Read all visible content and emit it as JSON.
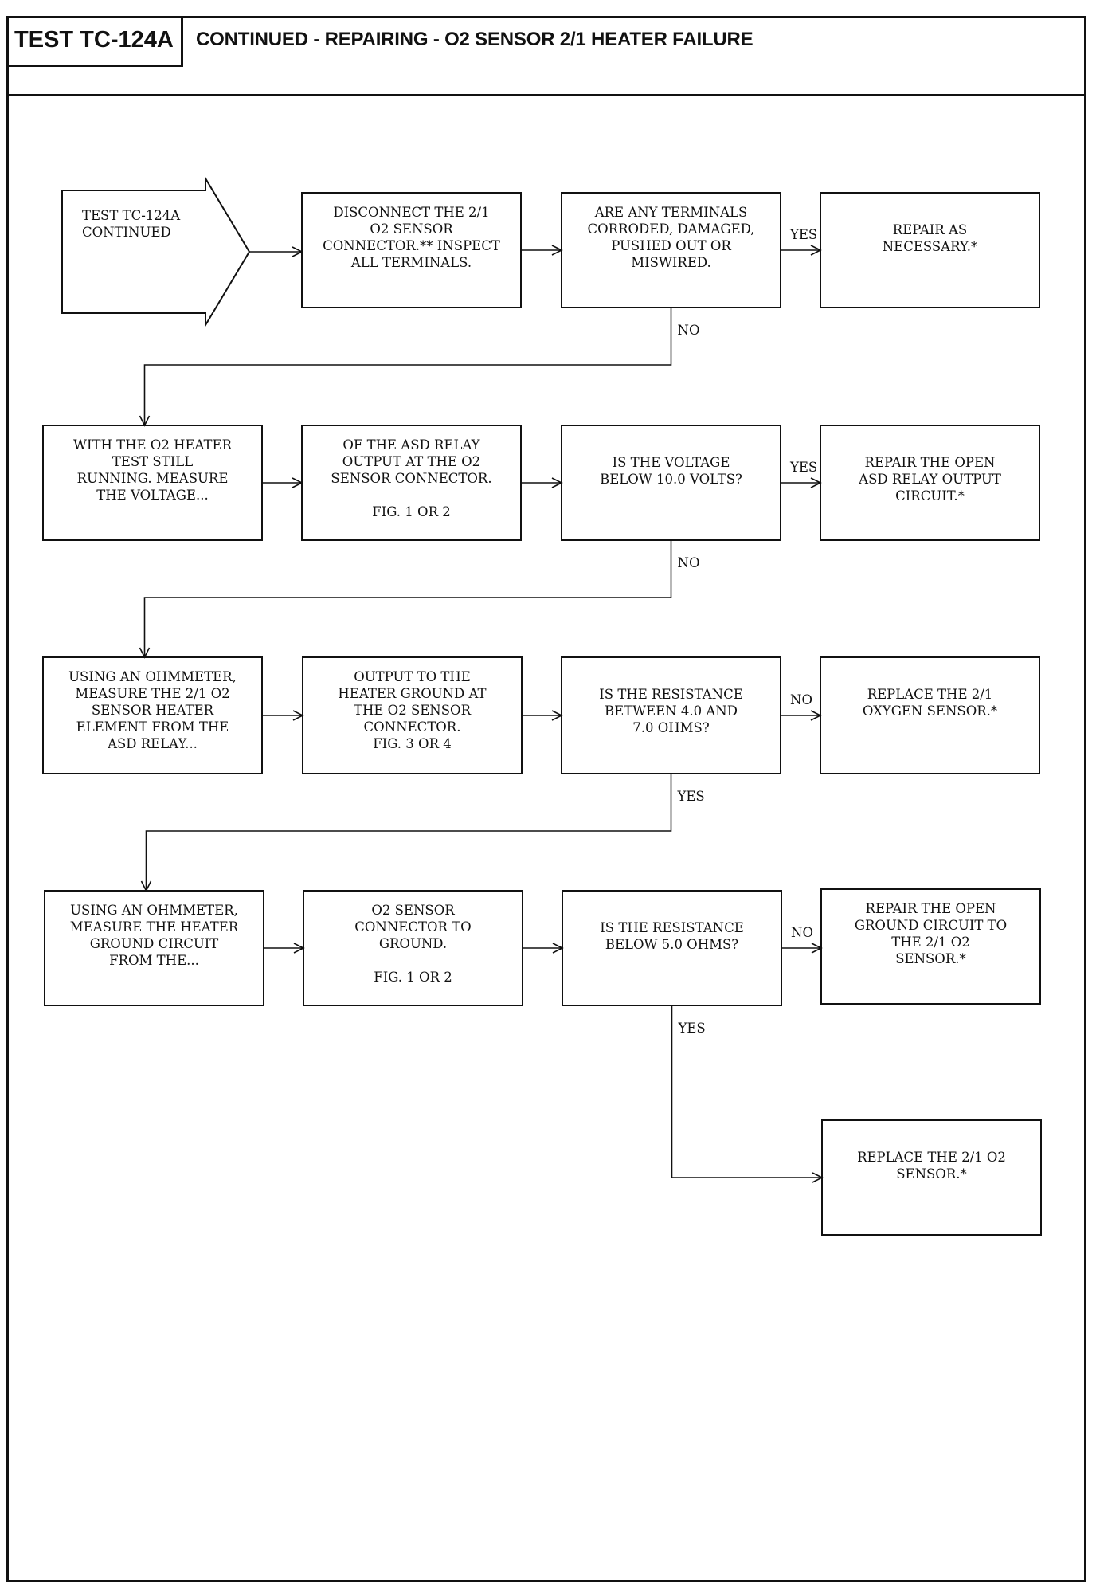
{
  "header": {
    "test_id": "TEST TC-124A",
    "title": "CONTINUED - REPAIRING - O2 SENSOR 2/1 HEATER FAILURE"
  },
  "nodes": [
    {
      "id": "start",
      "shape": "arrow",
      "lines": [
        "TEST TC-124A",
        "CONTINUED"
      ]
    },
    {
      "id": "n1",
      "lines": [
        "DISCONNECT THE 2/1",
        "O2 SENSOR",
        "CONNECTOR.** INSPECT",
        "ALL TERMINALS."
      ]
    },
    {
      "id": "q1",
      "lines": [
        "ARE ANY TERMINALS",
        "CORRODED, DAMAGED,",
        "PUSHED OUT OR",
        "MISWIRED."
      ]
    },
    {
      "id": "r1",
      "lines": [
        "REPAIR AS",
        "NECESSARY.*"
      ]
    },
    {
      "id": "n2",
      "lines": [
        "WITH THE O2 HEATER",
        "TEST STILL",
        "RUNNING. MEASURE",
        "THE VOLTAGE..."
      ]
    },
    {
      "id": "n3",
      "lines": [
        "OF THE ASD RELAY",
        "OUTPUT AT THE O2",
        "SENSOR CONNECTOR.",
        "",
        "FIG. 1 OR 2"
      ]
    },
    {
      "id": "q2",
      "lines": [
        "IS THE VOLTAGE",
        "BELOW 10.0 VOLTS?"
      ]
    },
    {
      "id": "r2",
      "lines": [
        "REPAIR THE OPEN",
        "ASD RELAY OUTPUT",
        "CIRCUIT.*"
      ]
    },
    {
      "id": "n4",
      "lines": [
        "USING AN OHMMETER,",
        "MEASURE THE 2/1 O2",
        "SENSOR HEATER",
        "ELEMENT FROM THE",
        "ASD RELAY..."
      ]
    },
    {
      "id": "n5",
      "lines": [
        "OUTPUT TO THE",
        "HEATER GROUND AT",
        "THE O2 SENSOR",
        "CONNECTOR.",
        "FIG. 3 OR 4"
      ]
    },
    {
      "id": "q3",
      "lines": [
        "IS THE RESISTANCE",
        "BETWEEN 4.0 AND",
        "7.0 OHMS?"
      ]
    },
    {
      "id": "r3",
      "lines": [
        "REPLACE THE 2/1",
        "OXYGEN SENSOR.*"
      ]
    },
    {
      "id": "n6",
      "lines": [
        "USING AN OHMMETER,",
        "MEASURE THE HEATER",
        "GROUND CIRCUIT",
        "FROM THE..."
      ]
    },
    {
      "id": "n7",
      "lines": [
        "O2 SENSOR",
        "CONNECTOR TO",
        "GROUND.",
        "",
        "FIG. 1 OR 2"
      ]
    },
    {
      "id": "q4",
      "lines": [
        "IS THE RESISTANCE",
        "BELOW 5.0 OHMS?"
      ]
    },
    {
      "id": "r4",
      "lines": [
        "REPAIR THE OPEN",
        "GROUND CIRCUIT TO",
        "THE 2/1 O2",
        "SENSOR.*"
      ]
    },
    {
      "id": "r5",
      "lines": [
        "REPLACE THE 2/1 O2",
        "SENSOR.*"
      ]
    }
  ],
  "edges": [
    {
      "from": "start",
      "to": "n1",
      "label": ""
    },
    {
      "from": "n1",
      "to": "q1",
      "label": ""
    },
    {
      "from": "q1",
      "to": "r1",
      "label": "YES"
    },
    {
      "from": "q1",
      "to": "n2",
      "label": "NO"
    },
    {
      "from": "n2",
      "to": "n3",
      "label": ""
    },
    {
      "from": "n3",
      "to": "q2",
      "label": ""
    },
    {
      "from": "q2",
      "to": "r2",
      "label": "YES"
    },
    {
      "from": "q2",
      "to": "n4",
      "label": "NO"
    },
    {
      "from": "n4",
      "to": "n5",
      "label": ""
    },
    {
      "from": "n5",
      "to": "q3",
      "label": ""
    },
    {
      "from": "q3",
      "to": "r3",
      "label": "NO"
    },
    {
      "from": "q3",
      "to": "n6",
      "label": "YES"
    },
    {
      "from": "n6",
      "to": "n7",
      "label": ""
    },
    {
      "from": "n7",
      "to": "q4",
      "label": ""
    },
    {
      "from": "q4",
      "to": "r4",
      "label": "NO"
    },
    {
      "from": "q4",
      "to": "r5",
      "label": "YES"
    }
  ]
}
